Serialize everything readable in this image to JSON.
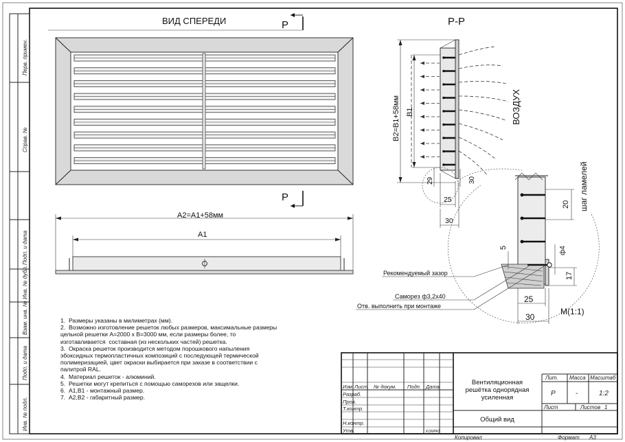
{
  "views": {
    "front_title": "ВИД СПЕРЕДИ",
    "section_title": "Р-Р",
    "cut_label_top": "Р",
    "cut_label_bottom": "Р"
  },
  "dimensions": {
    "a2": "А2=А1+58мм",
    "a1": "А1",
    "b2": "В2=В1+58мм",
    "b1": "В1",
    "d29": "29",
    "d30_right": "30",
    "d25_top": "25",
    "d30_top": "30",
    "d20": "20",
    "d5": "5",
    "phi4": "ф4",
    "d17": "17",
    "d25_detail": "25",
    "d30_detail": "30"
  },
  "labels": {
    "air": "ВОЗДУХ",
    "slat_pitch": "шаг ламелей",
    "gap": "Рекомендуемый зазор",
    "screw": "Саморез ф3,2х40",
    "hole": "Отв. выполнить при монтаже",
    "detail_scale": "М(1:1)"
  },
  "notes": [
    "1.  Размеры указаны в милиметрах (мм).",
    "2.  Возможно изготовление решеток любых размеров, максимальные размеры",
    "цельной решетки А=2000 х В=3000 мм, если размеры более, то",
    "изготавливается  составная (из нескольких частей) решетка.",
    "3.  Окраска решеток производится методом порошкового напыления",
    "эбоксидных термопластичных композиций с последующей термической",
    "полимеризацией, цвет окраски выбирается при заказе в соответствии с",
    "палитрой RAL.",
    "4.  Материал решеток - алюминий.",
    "5.  Решетки могут крепиться с помощью саморезов или защелки.",
    "6.  А1,В1 - монтажный размер.",
    "7.  А2,В2 - габаритный размер."
  ],
  "side_labels": [
    "Перв. примен.",
    "Справ. №",
    "Подп. и дата",
    "Инв. № дубл.",
    "Взам. инв. №",
    "Подп. и дата",
    "Инв. № подл."
  ],
  "title_block": {
    "name_line1": "Вентиляционная",
    "name_line2": "решётка однорядная",
    "name_line3": "усиленная",
    "doc_type": "Общий вид",
    "lit_header": "Лит.",
    "mass_header": "Масса",
    "scale_header": "Масштаб",
    "lit_value": "Р",
    "mass_value": "-",
    "scale_value": "1:2",
    "sheet_label": "Лист",
    "sheets_label": "Листов",
    "sheets_value": "1",
    "copied": "Копировал",
    "format_label": "Формат",
    "format_value": "А3",
    "col_izm": "Изм.",
    "col_list": "Лист",
    "col_doc": "№ докум.",
    "col_sign": "Подп.",
    "col_date": "Дата",
    "row_razrab": "Разраб.",
    "row_prov": "Пров.",
    "row_tkontr": "Т.контр.",
    "row_nkontr": "Н.контр.",
    "row_utv": "Утв.",
    "stamp_small": "KOMPAS"
  }
}
